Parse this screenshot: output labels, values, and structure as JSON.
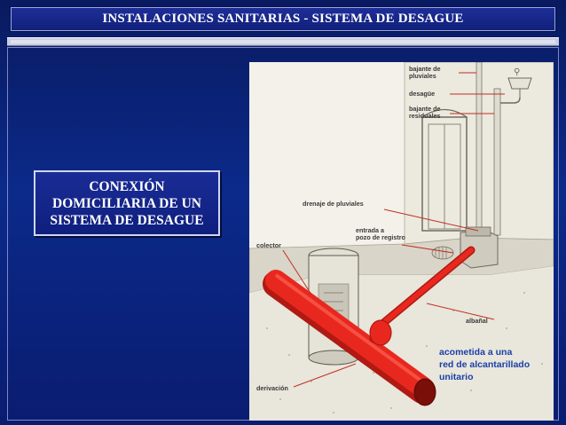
{
  "header": {
    "title": "INSTALACIONES SANITARIAS  -  SISTEMA DE DESAGUE"
  },
  "side_label": {
    "text": "CONEXIÓN\nDOMICILIARIA DE UN\nSISTEMA DE DESAGUE"
  },
  "diagram": {
    "labels": {
      "bajante_pluviales_1": "bajante de",
      "bajante_pluviales_2": "pluviales",
      "desague": "desagüe",
      "bajante_residuales_1": "bajante de",
      "bajante_residuales_2": "residuales",
      "drenaje": "drenaje de pluviales",
      "entrada_1": "entrada a",
      "entrada_2": "pozo de registro",
      "colector": "colector",
      "albanal": "albañal",
      "derivacion": "derivación",
      "acometida_1": "acometida a una",
      "acometida_2": "red de alcantarillado",
      "acometida_3": "unitario"
    },
    "colors": {
      "pipe": "#e8281e",
      "leader": "#c0301e",
      "caption": "#1a3fa8"
    }
  }
}
